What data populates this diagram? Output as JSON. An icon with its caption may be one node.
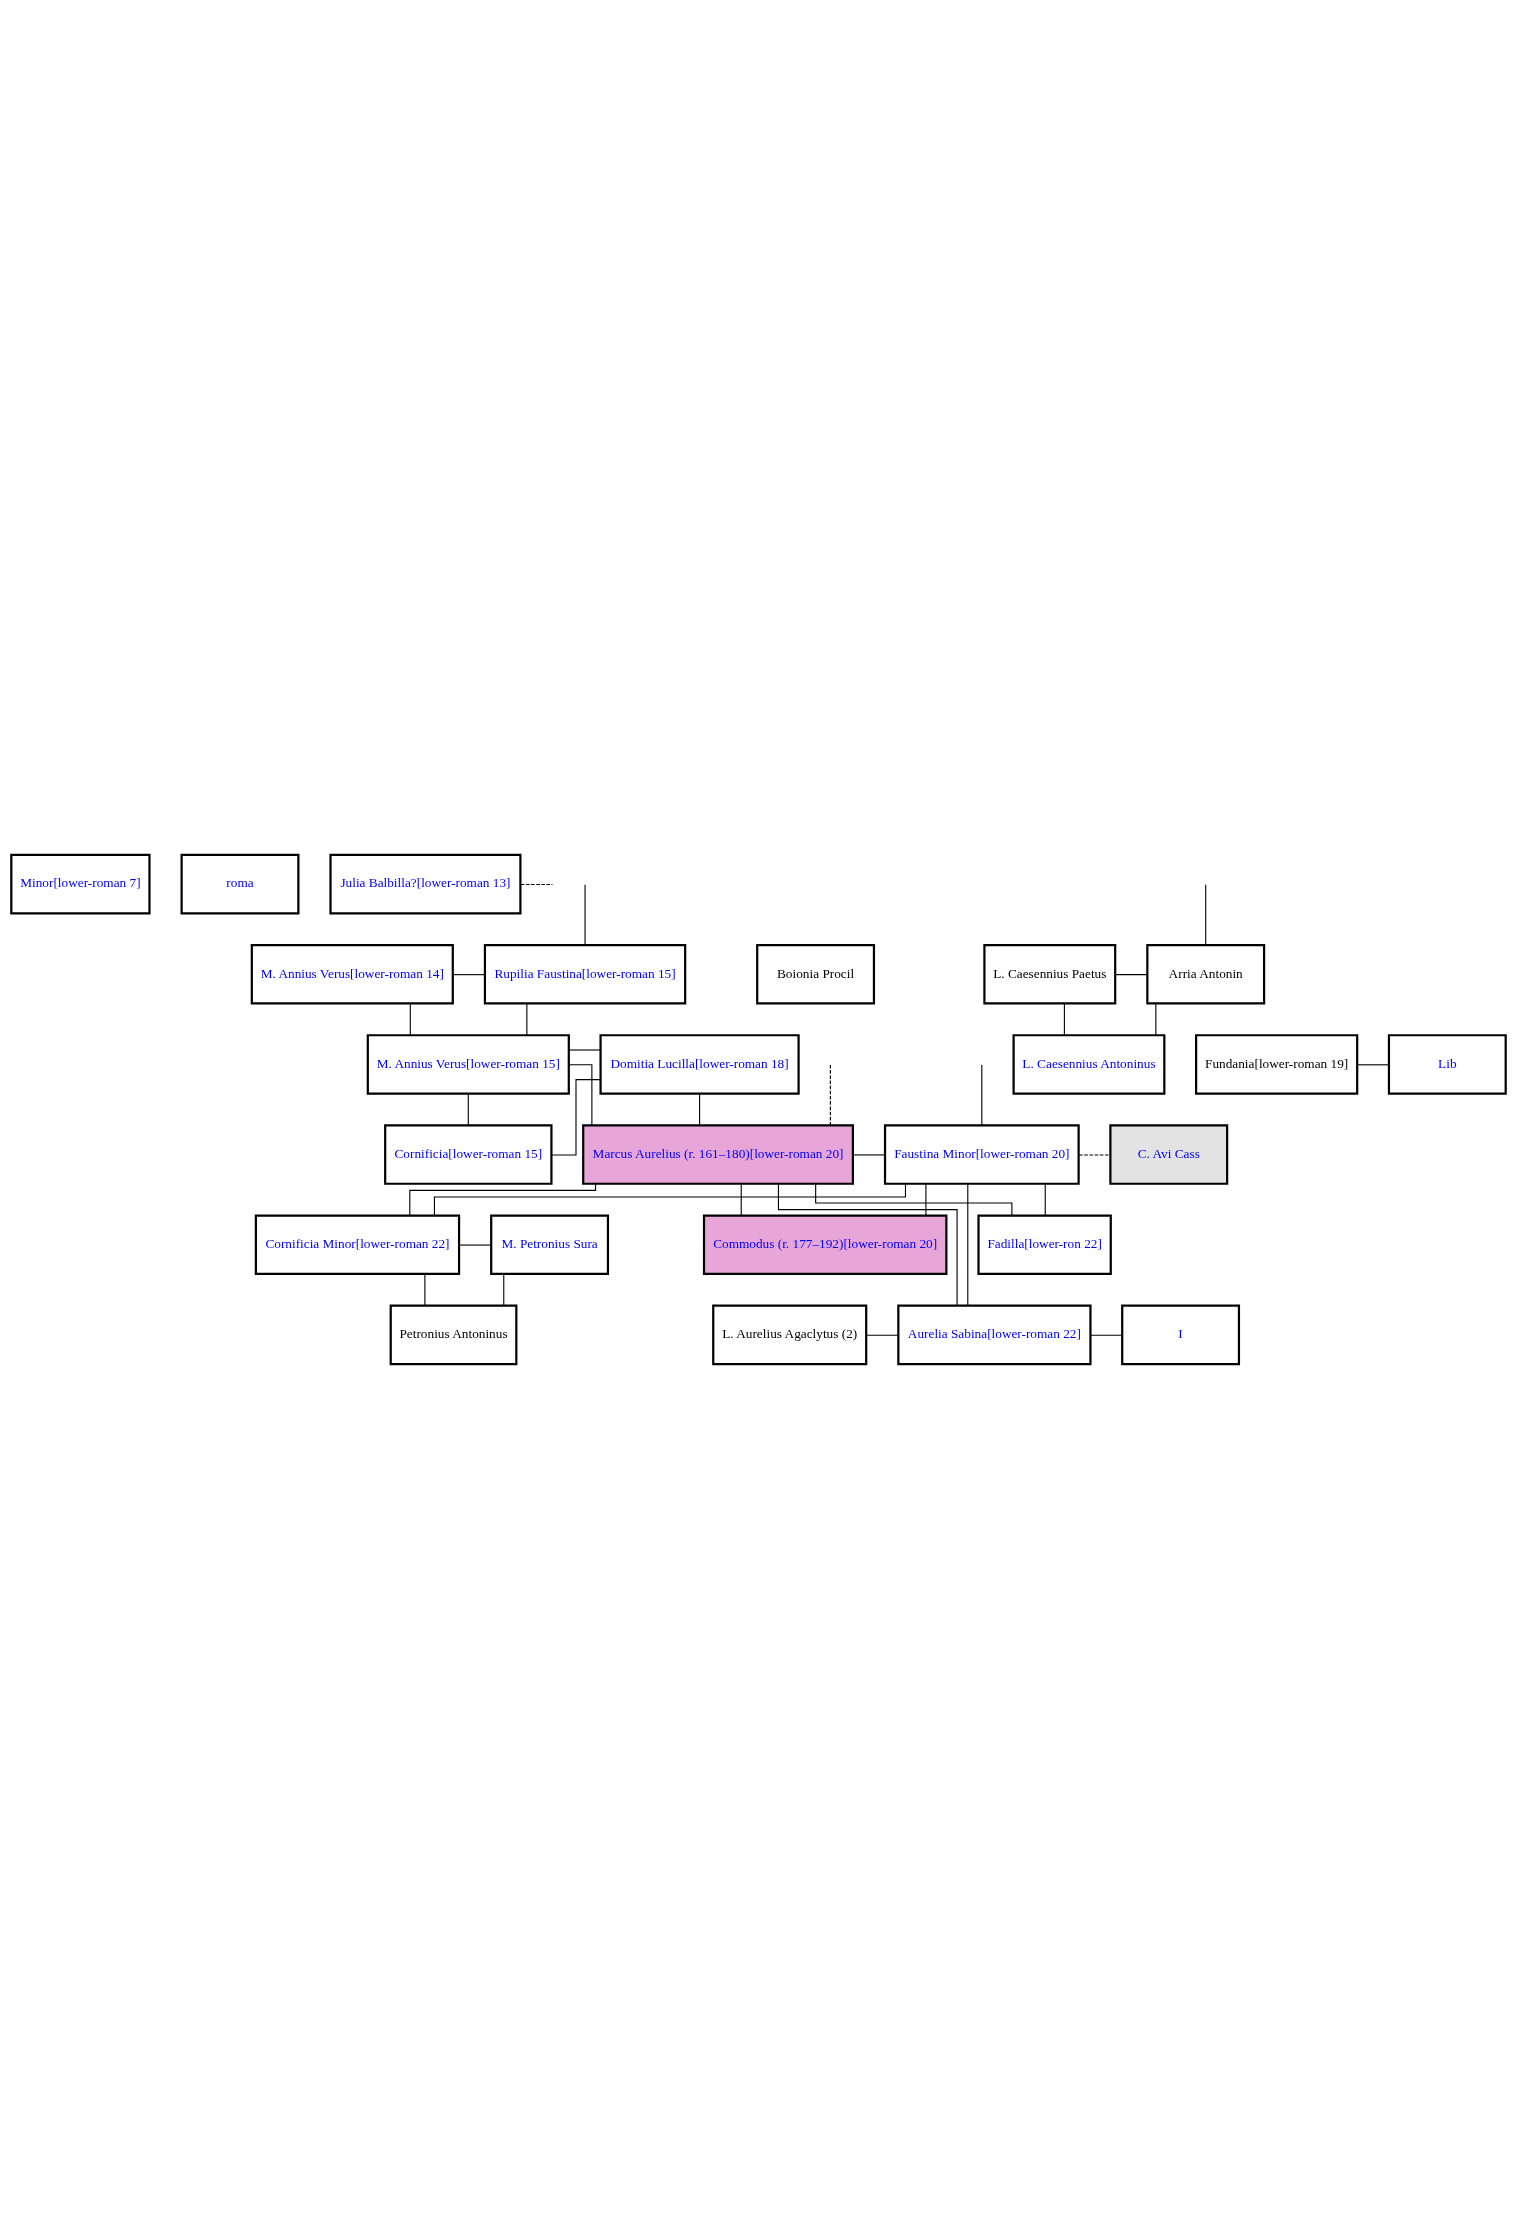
{
  "diagram": {
    "nodes": [
      {
        "text": [
          "Minor[lower-roman 7]"
        ]
      },
      {
        "text": [
          "roma"
        ]
      },
      {
        "text": [
          "Julia Balbilla?[lower-roman 13]"
        ]
      },
      {
        "text": [
          "M. Annius Verus[lower-roman 14]"
        ]
      },
      {
        "text": [
          "Rupilia Faustina[lower-roman 15]"
        ]
      },
      {
        "text": [
          "Boionia Procil"
        ]
      },
      {
        "text": [
          "L. Caesennius Paetus"
        ]
      },
      {
        "text": [
          "Arria Antonin"
        ]
      },
      {
        "text": [
          "L. Caesennius Antoninus"
        ]
      },
      {
        "text": [
          "M. Annius Verus[lower-roman 15]"
        ]
      },
      {
        "text": [
          "Domitia Lucilla[lower-roman 18]"
        ]
      },
      {
        "text": [
          "Fundania[lower-roman 19]"
        ]
      },
      {
        "text": [
          "Lib"
        ]
      },
      {
        "text": [
          "Cornificia[lower-roman 15]"
        ]
      },
      {
        "text": [
          "Marcus Aurelius (r. 161–180)[lower-roman 20]"
        ]
      },
      {
        "text": [
          "Faustina Minor[lower-roman 20]"
        ]
      },
      {
        "text": [
          "C. Avi Cass"
        ]
      },
      {
        "text": [
          "Cornificia Minor[lower-roman 22]"
        ]
      },
      {
        "text": [
          "M. Petronius Sura"
        ]
      },
      {
        "text": [
          "Commodus (r. 177–192)[lower-roman 20]"
        ]
      },
      {
        "text": [
          "Fadilla[lower-ron 22]"
        ]
      },
      {
        "text": [
          "Petronius Antoninus"
        ]
      },
      {
        "text": [
          "L. Aurelius Agaclytus (2)"
        ]
      },
      {
        "text": [
          "Aurelia Sabina[lower-roman 22]"
        ]
      },
      {
        "text": [
          "I"
        ]
      }
    ],
    "edges": [
      {
        "from": null,
        "to": 4,
        "arrow": "none"
      },
      {
        "from": 2,
        "to": null,
        "arrow": "none",
        "style": "dashed"
      },
      {
        "from": 3,
        "to": 4,
        "arrow": "none"
      },
      {
        "from": 3,
        "to": 9,
        "arrow": "none"
      },
      {
        "from": 4,
        "to": 9,
        "arrow": "none"
      },
      {
        "from": null,
        "to": 7,
        "arrow": "none"
      },
      {
        "from": 6,
        "to": 7,
        "arrow": "none"
      },
      {
        "from": 6,
        "to": 8,
        "arrow": "none"
      },
      {
        "from": 7,
        "to": 8,
        "arrow": "none"
      },
      {
        "from": 9,
        "to": 10,
        "arrow": "none"
      },
      {
        "from": 11,
        "to": 12,
        "arrow": "none"
      },
      {
        "from": 9,
        "to": 13,
        "arrow": "none"
      },
      {
        "from": 10,
        "to": 13,
        "arrow": "none"
      },
      {
        "from": 9,
        "to": 14,
        "arrow": "none"
      },
      {
        "from": 10,
        "to": 14,
        "arrow": "none"
      },
      {
        "from": null,
        "to": 14,
        "arrow": "none",
        "style": "dashed"
      },
      {
        "from": null,
        "to": 15,
        "arrow": "none"
      },
      {
        "from": 14,
        "to": 15,
        "arrow": "none"
      },
      {
        "from": 15,
        "to": 16,
        "arrow": "none",
        "style": "dashed"
      },
      {
        "from": 14,
        "to": 17,
        "arrow": "none"
      },
      {
        "from": 15,
        "to": 17,
        "arrow": "none"
      },
      {
        "from": 14,
        "to": 19,
        "arrow": "none"
      },
      {
        "from": 15,
        "to": 19,
        "arrow": "none"
      },
      {
        "from": 14,
        "to": 23,
        "arrow": "none"
      },
      {
        "from": 15,
        "to": 23,
        "arrow": "none"
      },
      {
        "from": 14,
        "to": 20,
        "arrow": "none"
      },
      {
        "from": 15,
        "to": 20,
        "arrow": "none"
      },
      {
        "from": 17,
        "to": 18,
        "arrow": "none"
      },
      {
        "from": 17,
        "to": 21,
        "arrow": "none"
      },
      {
        "from": 18,
        "to": 21,
        "arrow": "none"
      },
      {
        "from": 22,
        "to": 23,
        "arrow": "none"
      },
      {
        "from": 23,
        "to": 24,
        "arrow": "none"
      }
    ]
  }
}
